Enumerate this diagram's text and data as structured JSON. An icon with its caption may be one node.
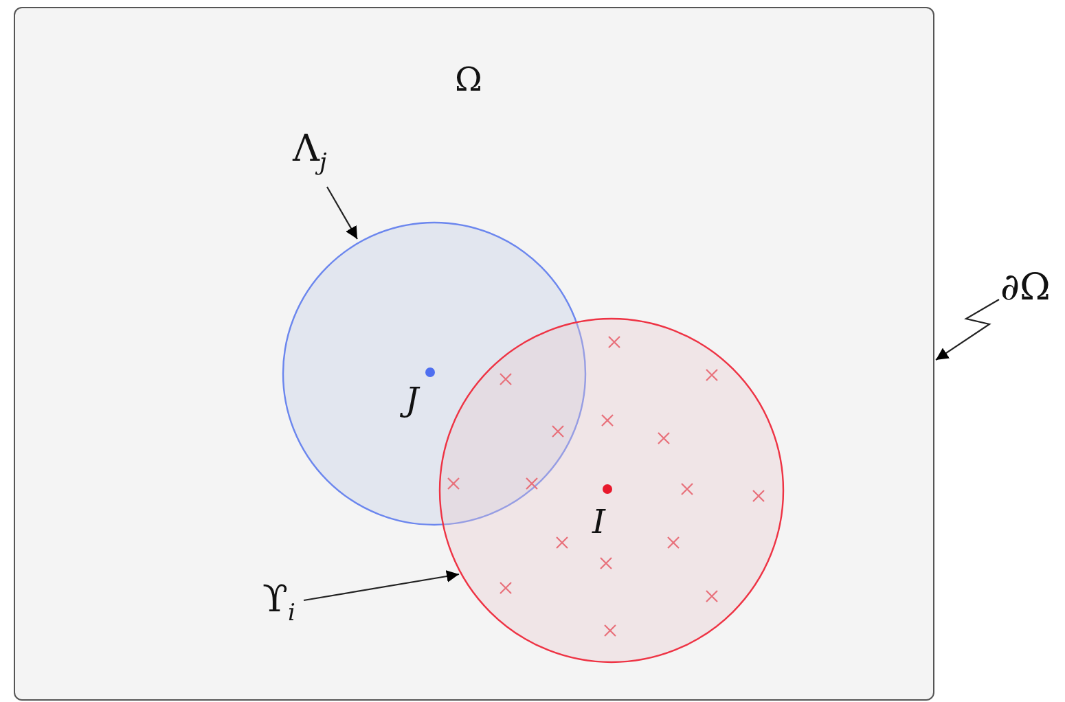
{
  "diagram": {
    "nodes": [
      {
        "text": [
          "Ω"
        ]
      },
      {
        "text": [
          "*J*"
        ],
        "in": 0
      },
      {
        "text": [
          "*I*"
        ],
        "in": 0
      },
      {
        "text": [
          "Λ$_{j}$"
        ],
        "in": 0
      },
      {
        "text": [
          "ϒ$_{i}$"
        ],
        "in": 0
      },
      {
        "text": [
          "∂Ω"
        ]
      }
    ],
    "edges": [
      {
        "from": 3,
        "to": 1,
        "arrow": "to"
      },
      {
        "from": 4,
        "to": 2,
        "arrow": "to"
      },
      {
        "from": 5,
        "to": 0,
        "arrow": "to"
      }
    ]
  }
}
